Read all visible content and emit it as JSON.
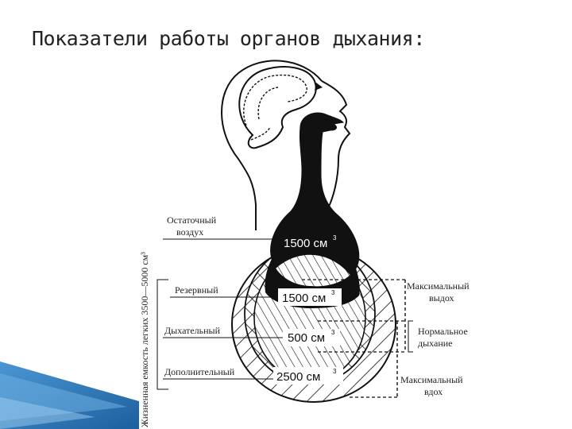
{
  "title": "Показатели работы органов дыхания:",
  "diagram": {
    "residual": {
      "label_line1": "Остаточный",
      "label_line2": "воздух",
      "value": "1500 см",
      "unit_sup": "3"
    },
    "reserve": {
      "label": "Резервный",
      "value": "1500 см",
      "unit_sup": "3"
    },
    "tidal": {
      "label": "Дыхательный",
      "value": "500 см",
      "unit_sup": "3"
    },
    "supplemental": {
      "label": "Дополнительный",
      "value": "2500 см",
      "unit_sup": "3"
    },
    "max_exhale": {
      "line1": "Максимальный",
      "line2": "выдох"
    },
    "normal_breath": {
      "line1": "Нормальное",
      "line2": "дыхание"
    },
    "max_inhale": {
      "line1": "Максимальный",
      "line2": "вдох"
    },
    "vital_capacity": "Жизненная емкость легких 3500—5000 см³"
  },
  "colors": {
    "accent_blue": "#2f7fc0",
    "ink": "#111111"
  }
}
